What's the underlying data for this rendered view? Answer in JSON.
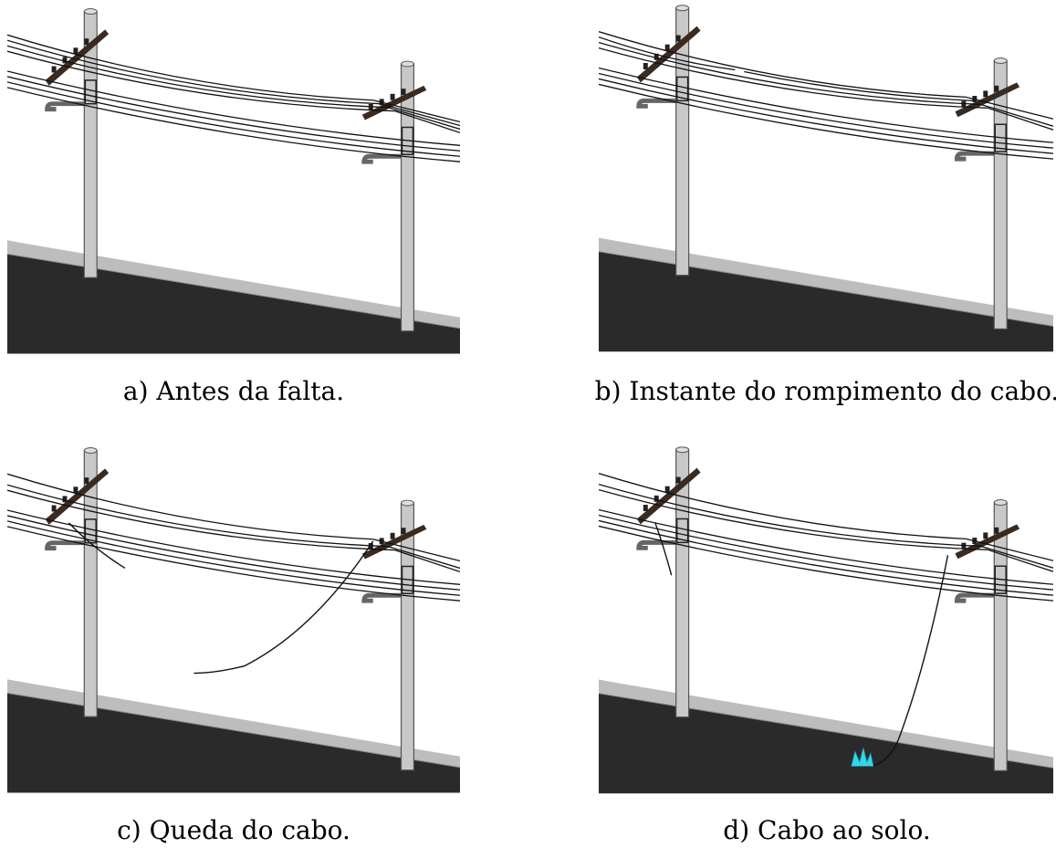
{
  "panels": [
    {
      "id": "a",
      "caption": "a) Antes da falta.",
      "state": "intact"
    },
    {
      "id": "b",
      "caption": "b) Instante do rompimento do cabo.",
      "state": "break"
    },
    {
      "id": "c",
      "caption": "c) Queda do cabo.",
      "state": "falling"
    },
    {
      "id": "d",
      "caption": "d) Cabo ao solo.",
      "state": "ground"
    }
  ],
  "colors": {
    "road": "#2a2a2a",
    "sidewalk": "#bdbdbd",
    "pole": "#c8c8c8",
    "pole_edge": "#555555",
    "crossarm": "#3a2a20",
    "wire": "#111111",
    "arc": "#35d6e8"
  }
}
